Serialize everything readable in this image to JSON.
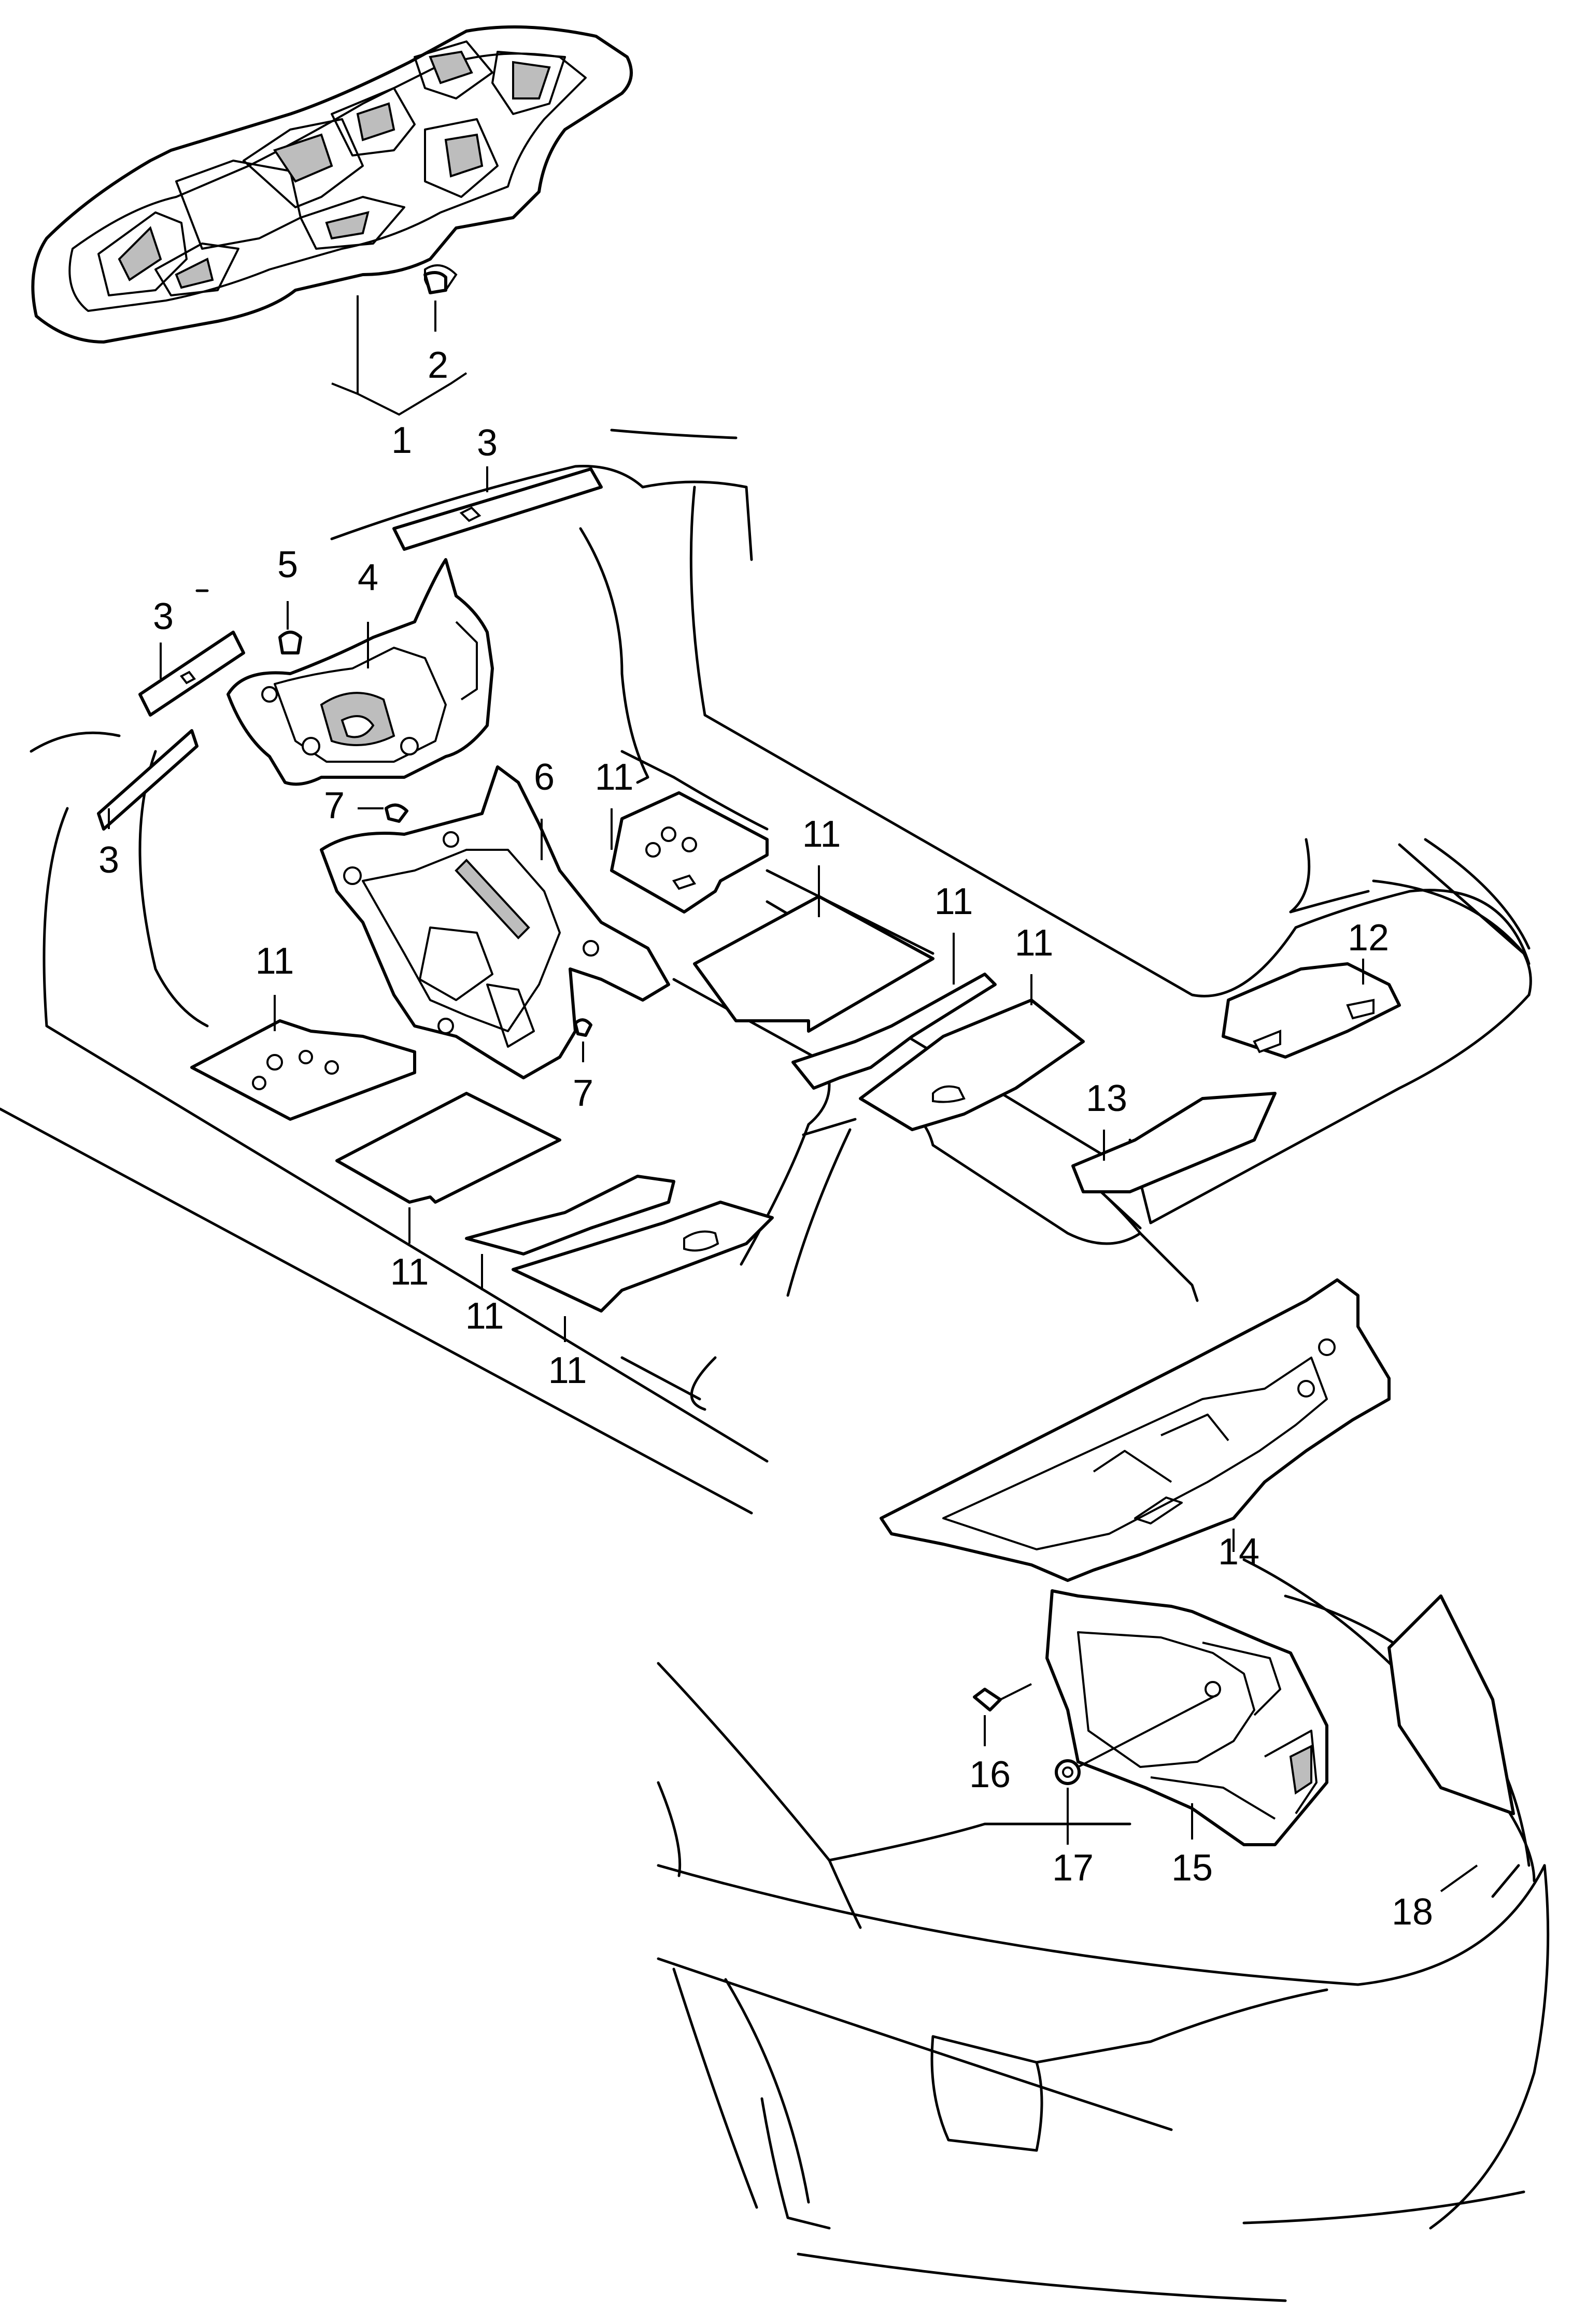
{
  "callouts": [
    {
      "id": "c1",
      "label": "1"
    },
    {
      "id": "c2",
      "label": "2"
    },
    {
      "id": "c3a",
      "label": "3"
    },
    {
      "id": "c3b",
      "label": "3"
    },
    {
      "id": "c3c",
      "label": "3"
    },
    {
      "id": "c4",
      "label": "4"
    },
    {
      "id": "c5",
      "label": "5"
    },
    {
      "id": "c6",
      "label": "6"
    },
    {
      "id": "c7a",
      "label": "7"
    },
    {
      "id": "c7b",
      "label": "7"
    },
    {
      "id": "c11a",
      "label": "11"
    },
    {
      "id": "c11b",
      "label": "11"
    },
    {
      "id": "c11c",
      "label": "11"
    },
    {
      "id": "c11d",
      "label": "11"
    },
    {
      "id": "c11e",
      "label": "11"
    },
    {
      "id": "c11f",
      "label": "11"
    },
    {
      "id": "c11g",
      "label": "11"
    },
    {
      "id": "c11h",
      "label": "11"
    },
    {
      "id": "c12",
      "label": "12"
    },
    {
      "id": "c13",
      "label": "13"
    },
    {
      "id": "c14",
      "label": "14"
    },
    {
      "id": "c15",
      "label": "15"
    },
    {
      "id": "c16",
      "label": "16"
    },
    {
      "id": "c17",
      "label": "17"
    },
    {
      "id": "c18",
      "label": "18"
    }
  ]
}
